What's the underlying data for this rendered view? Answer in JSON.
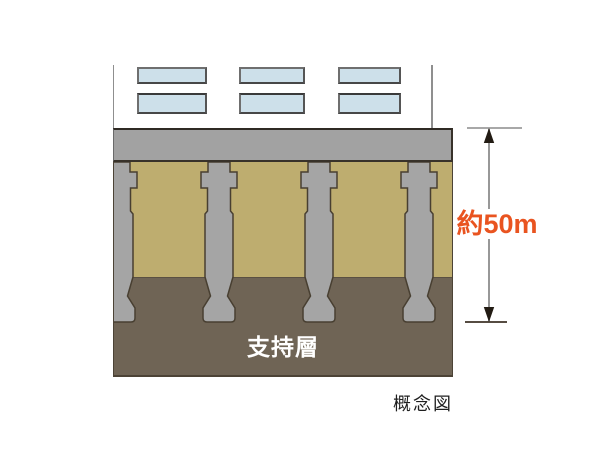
{
  "diagram": {
    "caption": "概念図",
    "ground": {
      "support_layer_label": "支持層"
    },
    "dimension": {
      "depth_label": "約50m"
    },
    "building": {
      "window_rows": 2,
      "windows_per_row": 3
    },
    "piles": {
      "count": 4
    },
    "colors": {
      "window_fill": "#cde0ea",
      "window_border": "#6f6f6f",
      "building_edge": "#8f8f8f",
      "slab_fill": "#a2a2a2",
      "slab_edge": "#2f2a24",
      "pile_fill": "#a5a5a5",
      "pile_edge": "#483f31",
      "soil_upper": "#bead6f",
      "soil_lower": "#6f6455",
      "ground_edge": "#4c4336",
      "depth_text": "#e95420",
      "dim_line": "#8d8d8d",
      "dim_tick_top": "#a8a8a8",
      "dim_tick_bottom": "#564c42",
      "arrowhead": "#221b13",
      "support_label_color": "#ffffff",
      "caption_color": "#1f1f1f"
    }
  }
}
